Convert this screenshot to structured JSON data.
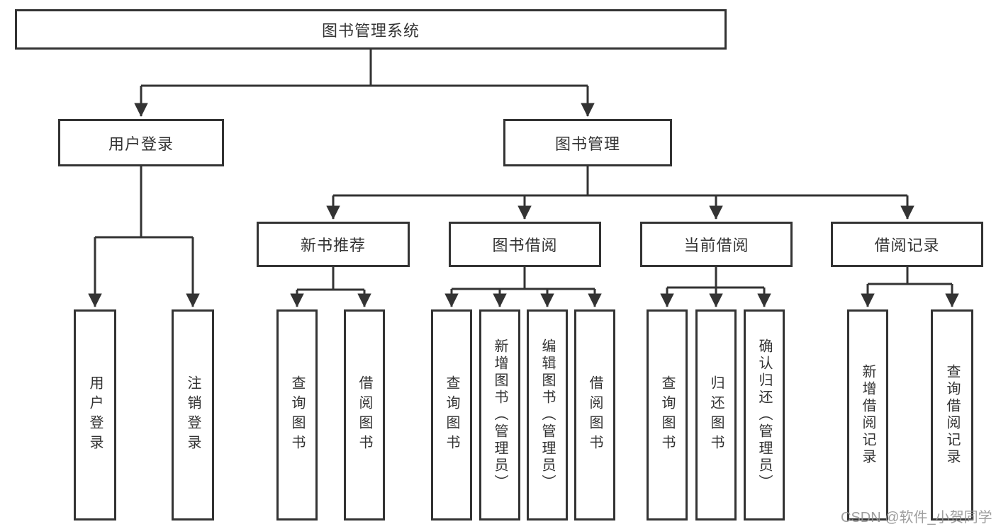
{
  "tree": {
    "root": {
      "label": "图书管理系统"
    },
    "level2": [
      {
        "label": "用户登录"
      },
      {
        "label": "图书管理"
      }
    ],
    "level3": [
      {
        "label": "新书推荐"
      },
      {
        "label": "图书借阅"
      },
      {
        "label": "当前借阅"
      },
      {
        "label": "借阅记录"
      }
    ],
    "leaves": {
      "user": [
        {
          "label": "用户登录"
        },
        {
          "label": "注销登录"
        }
      ],
      "newbook": [
        {
          "label": "查询图书"
        },
        {
          "label": "借阅图书"
        }
      ],
      "borrow": [
        {
          "label": "查询图书"
        },
        {
          "label": "新增图书（管理员）"
        },
        {
          "label": "编辑图书（管理员）"
        },
        {
          "label": "借阅图书"
        }
      ],
      "current": [
        {
          "label": "查询图书"
        },
        {
          "label": "归还图书"
        },
        {
          "label": "确认归还（管理员）"
        }
      ],
      "records": [
        {
          "label": "新增借阅记录"
        },
        {
          "label": "查询借阅记录"
        }
      ]
    }
  },
  "watermark": {
    "text": "CSDN @软件_小贺同学"
  },
  "colors": {
    "line": "#333333",
    "text": "#333333",
    "box_background": "#ffffff",
    "page_background": "#ffffff",
    "watermark": "#919191"
  }
}
